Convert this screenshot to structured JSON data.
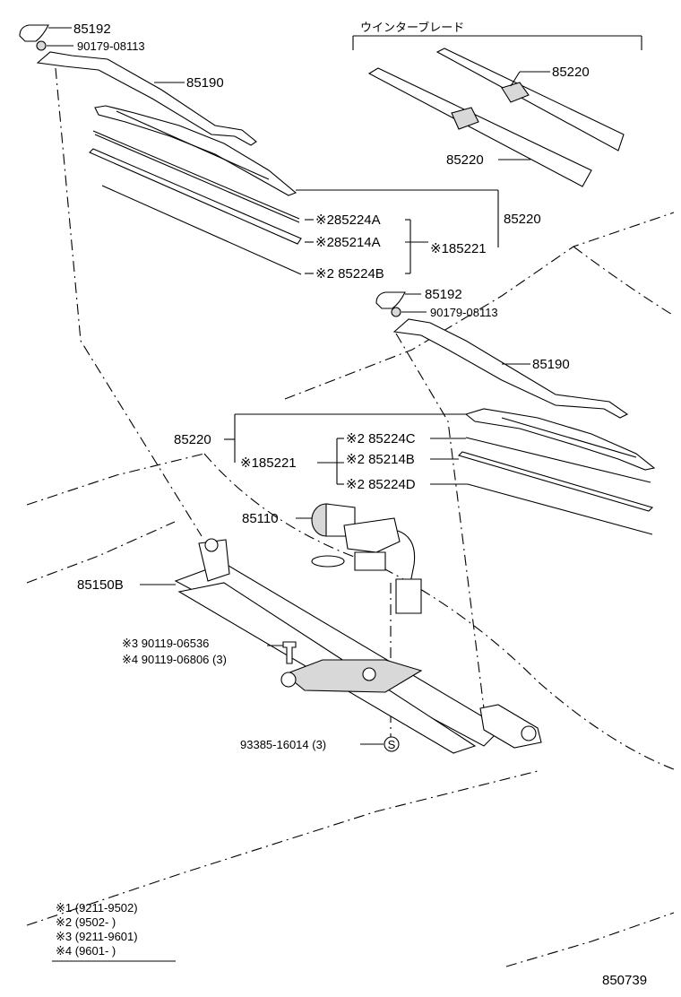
{
  "winter_blade_title": "ウインターブレード",
  "labels": {
    "arm_cap_upper": "85192",
    "nut_upper": "90179-08113",
    "arm_upper": "85190",
    "winter_blade_a": "85220",
    "winter_blade_b": "85220",
    "blade_upper": "85220",
    "rubber_upper_1": "※285224A",
    "rubber_upper_2": "※285214A",
    "rubber_upper_3": "※2 85224B",
    "blade_sub_upper": "※185221",
    "arm_cap_lower": "85192",
    "nut_lower": "90179-08113",
    "arm_lower": "85190",
    "blade_lower": "85220",
    "blade_sub_lower": "※185221",
    "rubber_lower_1": "※2 85224C",
    "rubber_lower_2": "※2 85214B",
    "rubber_lower_3": "※2 85224D",
    "motor": "85110",
    "link": "85150B",
    "bolt_1": "※3 90119-06536",
    "bolt_2": "※4 90119-06806 (3)",
    "screw": "93385-16014 (3)",
    "screw_mark": "S"
  },
  "notes": [
    "※1 (9211-9502)",
    "※2 (9502-       )",
    "※3 (9211-9601)",
    "※4 (9601-       )"
  ],
  "diagram_number": "850739"
}
